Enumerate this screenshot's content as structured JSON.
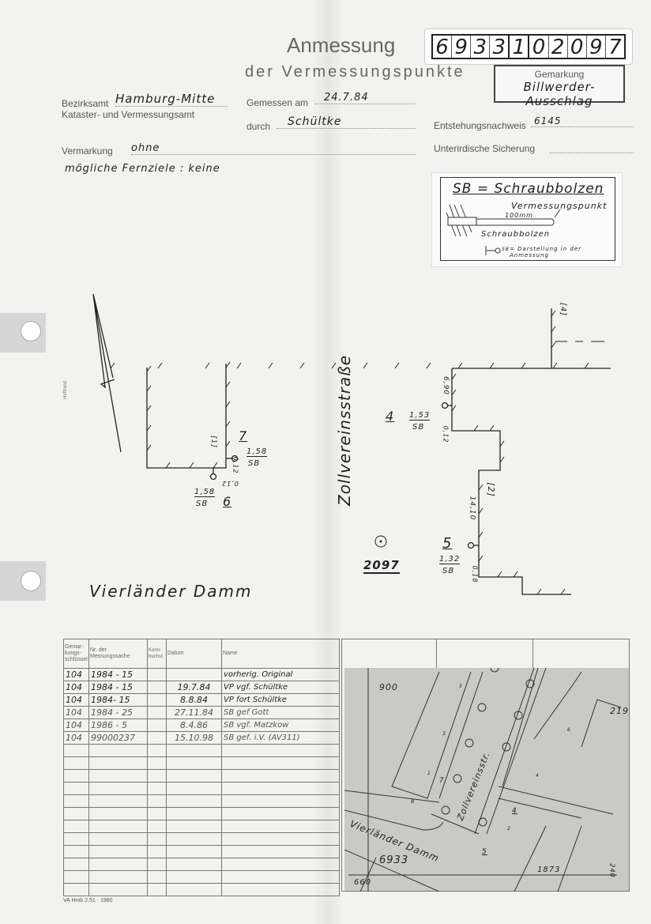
{
  "header": {
    "title": "Anmessung",
    "subtitle": "der Vermessungspunkte",
    "point_number_digits": [
      "6",
      "9",
      "3",
      "3",
      "1",
      "0",
      "2",
      "0",
      "9",
      "7"
    ],
    "gemarkung_label": "Gemarkung",
    "gemarkung_value": "Billwerder-Ausschlag"
  },
  "fields": {
    "bezirksamt_label": "Bezirksamt",
    "bezirksamt_value": "Hamburg-Mitte",
    "amt_label": "Kataster- und Vermessungsamt",
    "gemessen_label": "Gemessen am",
    "gemessen_value": "24.7.84",
    "durch_label": "durch",
    "durch_value": "Schültke",
    "entstehung_label": "Entstehungsnachweis",
    "entstehung_value": "6145",
    "vermarkung_label": "Vermarkung",
    "vermarkung_value": "ohne",
    "sicherung_label": "Unterirdische Sicherung",
    "fernziele": "mögliche Fernziele : keine"
  },
  "legend_box": {
    "title": "SB = Schraubbolzen",
    "point_label": "Vermessungspunkt",
    "length": "100mm",
    "bolt_label": "Schraubbolzen",
    "symbol_text": "SB",
    "caption": "= Darstellung in der Anmessung"
  },
  "margin_text": "Heftrand",
  "sketch": {
    "street_vertical": "Zollvereinsstraße",
    "street_horizontal": "Vierländer Damm",
    "point_7": {
      "number": "7",
      "value": "1,58",
      "type": "SB",
      "offset": "0,12"
    },
    "point_6": {
      "number": "6",
      "value": "1,58",
      "type": "SB",
      "offset": "0,12"
    },
    "point_4": {
      "number": "4",
      "value": "1,53",
      "type": "SB",
      "offset": "0,12",
      "distance": "6,90"
    },
    "point_5": {
      "number": "5",
      "value": "1,32",
      "type": "SB",
      "offset": "0,18",
      "distance": "14,10"
    },
    "building_1": "[1]",
    "building_2": "[2]",
    "building_4": "[4]",
    "main_point": "2097"
  },
  "register": {
    "headers": [
      "Gemar-kungs-schlüssel",
      "Nr. der Messungssache",
      "Kenn-buchst.",
      "Datum",
      "Name"
    ],
    "rows": [
      [
        "104",
        "1984 - 15",
        "",
        "",
        "vorherig. Original"
      ],
      [
        "104",
        "1984 - 15",
        "",
        "19.7.84",
        "VP vgf.   Schültke"
      ],
      [
        "104",
        "1984- 15",
        "",
        "8.8.84",
        "VP fort   Schültke"
      ],
      [
        "104",
        "1984 - 25",
        "",
        "27.11.84",
        "SB gef  Gott"
      ],
      [
        "104",
        "1986 - 5",
        "",
        "8.4.86",
        "SB vgf.  Matzkow"
      ],
      [
        "104",
        "99000237",
        "",
        "15.10.98",
        "SB gef.  i.V. (AV311)"
      ]
    ],
    "empty_rows": 12
  },
  "map": {
    "labels": [
      "900",
      "219",
      "Zollvereinsstr.",
      "Vierländer Damm",
      "6933",
      "660",
      "1873",
      "240",
      "7",
      "6",
      "4",
      "5",
      "1",
      "3",
      "5",
      "6",
      "2",
      "4"
    ]
  },
  "footer": "VA Hmb 2.51 · 1980"
}
